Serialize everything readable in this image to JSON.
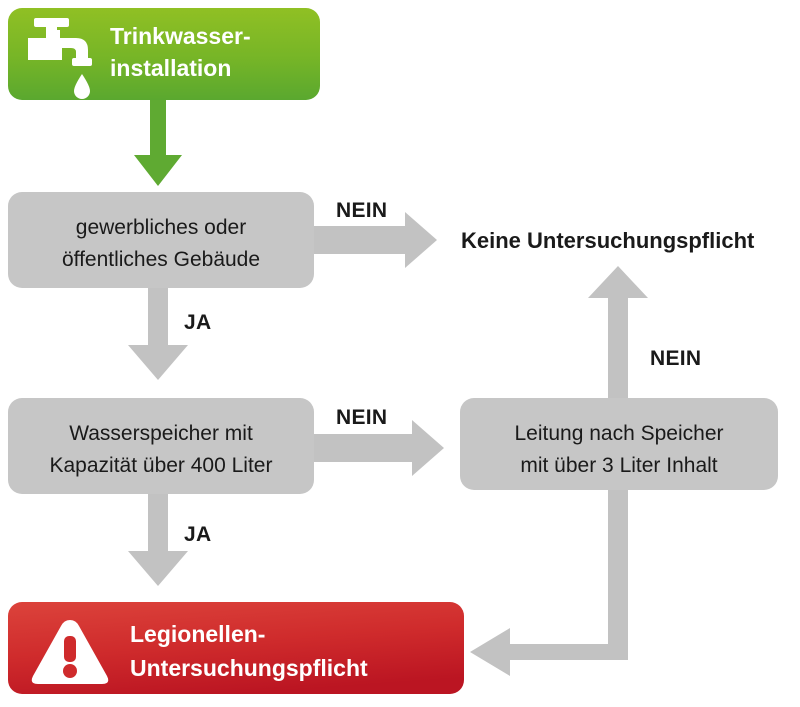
{
  "diagram": {
    "title": "Trinkwasserinstallation Legionellen Entscheidungsbaum",
    "colors": {
      "green_top": "#8cbe22",
      "green_bottom": "#5eab2d",
      "green_arrow": "#5faa32",
      "gray_box": "#c6c6c6",
      "gray_arrow": "#c2c2c2",
      "red_top": "#d93a33",
      "red_bottom": "#bd1622",
      "text_dark": "#1a1a1a",
      "text_light": "#ffffff",
      "background": "#ffffff"
    },
    "nodes": {
      "start": {
        "id": "trinkwasserinstallation",
        "line1": "Trinkwasser-",
        "line2": "installation",
        "icon": "faucet-icon",
        "style": "green-rounded"
      },
      "decision_building": {
        "id": "gewerbliches-oeffentliches-gebaeude",
        "line1": "gewerbliches oder",
        "line2": "öffentliches Gebäude",
        "style": "gray-rounded"
      },
      "decision_storage": {
        "id": "wasserspeicher-kapazitaet",
        "line1": "Wasserspeicher mit",
        "line2": "Kapazität über 400 Liter",
        "style": "gray-rounded"
      },
      "decision_pipe": {
        "id": "leitung-nach-speicher",
        "line1": "Leitung nach Speicher",
        "line2": "mit über 3 Liter Inhalt",
        "style": "gray-rounded"
      },
      "result_none": {
        "id": "keine-untersuchungspflicht",
        "text": "Keine Untersuchungspflicht",
        "style": "plain-bold-text"
      },
      "result_duty": {
        "id": "legionellen-untersuchungspflicht",
        "line1": "Legionellen-",
        "line2": "Untersuchungspflicht",
        "icon": "warning-triangle-icon",
        "style": "red-rounded"
      }
    },
    "edges": [
      {
        "id": "start-to-building",
        "from": "start",
        "to": "decision_building",
        "label": "",
        "color": "green",
        "direction": "down"
      },
      {
        "id": "building-no",
        "from": "decision_building",
        "to": "result_none",
        "label": "NEIN",
        "color": "gray",
        "direction": "right"
      },
      {
        "id": "building-yes",
        "from": "decision_building",
        "to": "decision_storage",
        "label": "JA",
        "color": "gray",
        "direction": "down"
      },
      {
        "id": "storage-no",
        "from": "decision_storage",
        "to": "decision_pipe",
        "label": "NEIN",
        "color": "gray",
        "direction": "right"
      },
      {
        "id": "storage-yes",
        "from": "decision_storage",
        "to": "result_duty",
        "label": "JA",
        "color": "gray",
        "direction": "down"
      },
      {
        "id": "pipe-no",
        "from": "decision_pipe",
        "to": "result_none",
        "label": "NEIN",
        "color": "gray",
        "direction": "up"
      },
      {
        "id": "pipe-yes",
        "from": "decision_pipe",
        "to": "result_duty",
        "label": "",
        "color": "gray",
        "direction": "down-left"
      }
    ],
    "labels": {
      "nein_1": "NEIN",
      "ja_1": "JA",
      "nein_2": "NEIN",
      "ja_2": "JA",
      "nein_3": "NEIN"
    }
  }
}
